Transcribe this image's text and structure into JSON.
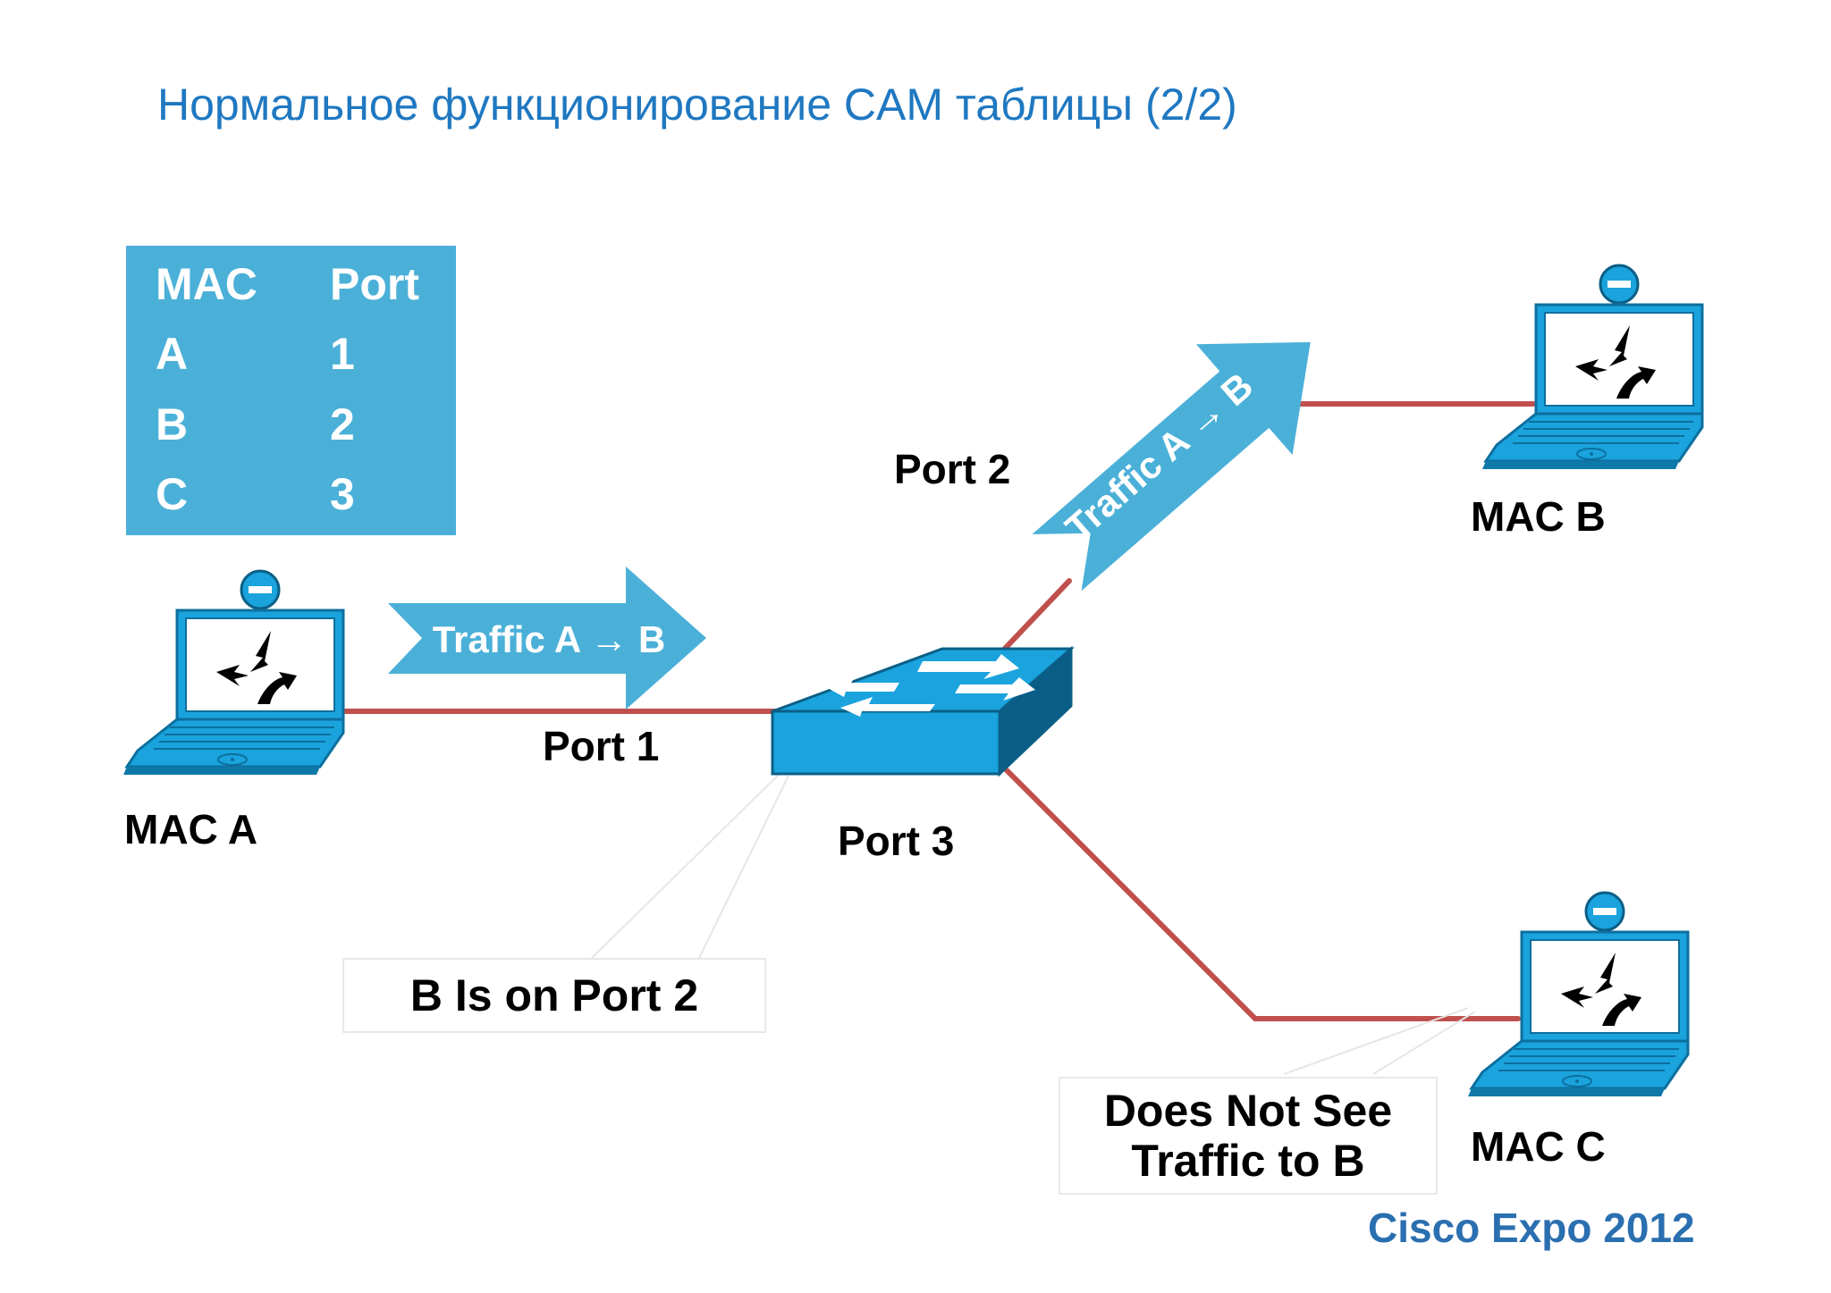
{
  "title": "Нормальное функционирование CAM таблицы (2/2)",
  "cam_table": {
    "headers": [
      "MAC",
      "Port"
    ],
    "rows": [
      [
        "A",
        "1"
      ],
      [
        "B",
        "2"
      ],
      [
        "C",
        "3"
      ]
    ]
  },
  "hosts": {
    "a": "MAC A",
    "b": "MAC B",
    "c": "MAC C"
  },
  "ports": {
    "p1": "Port 1",
    "p2": "Port 2",
    "p3": "Port 3"
  },
  "traffic": {
    "to_switch": "Traffic A → B",
    "to_b": "Traffic A → B"
  },
  "callouts": {
    "switch_note": "B Is on Port 2",
    "host_c_note_line1": "Does Not See",
    "host_c_note_line2": "Traffic to B"
  },
  "brand": "Cisco Expo 2012",
  "colors": {
    "title": "#1f78c1",
    "table_bg": "#4bb0d8",
    "link": "#c0504d",
    "arrow": "#4bb0d8",
    "device": "#1aa3dd",
    "brand": "#2a6fb0"
  },
  "icons": [
    "laptop-icon",
    "switch-icon",
    "arrow-icon"
  ]
}
